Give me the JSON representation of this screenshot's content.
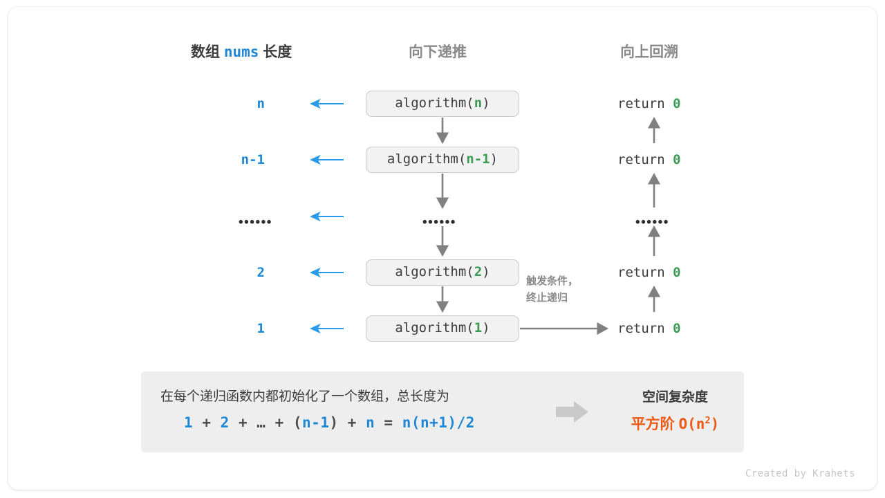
{
  "headers": {
    "left_prefix": "数组",
    "left_mono": "nums",
    "left_suffix": "长度",
    "middle": "向下递推",
    "right": "向上回溯"
  },
  "colors": {
    "blue": "#1e87d6",
    "green": "#3a9b52",
    "orange": "#ec5b15",
    "gray": "#8a8a8a",
    "dark": "#3c3c3c",
    "box_fill": "#f2f2f2",
    "box_border": "#c9c9c9",
    "panel_bg": "#eeeeee"
  },
  "rows": [
    {
      "length": "n",
      "call_prefix": "algorithm(",
      "call_arg": "n",
      "call_suffix": ")",
      "return_text": "return",
      "return_value": "0"
    },
    {
      "length": "n-1",
      "call_prefix": "algorithm(",
      "call_arg": "n-1",
      "call_suffix": ")",
      "return_text": "return",
      "return_value": "0"
    },
    {
      "length": "••••••",
      "call_prefix": "••••••",
      "call_arg": "",
      "call_suffix": "",
      "return_text": "••••••",
      "return_value": ""
    },
    {
      "length": "2",
      "call_prefix": "algorithm(",
      "call_arg": "2",
      "call_suffix": ")",
      "return_text": "return",
      "return_value": "0"
    },
    {
      "length": "1",
      "call_prefix": "algorithm(",
      "call_arg": "1",
      "call_suffix": ")",
      "return_text": "return",
      "return_value": "0"
    }
  ],
  "trigger_note": {
    "line1": "触发条件，",
    "line2": "终止递归"
  },
  "summary": {
    "text": "在每个递归函数内都初始化了一个数组，总长度为",
    "formula": {
      "t1": "1",
      "op1": "+",
      "t2": "2",
      "op2": "+",
      "t3": "…",
      "op3": "+",
      "lparen": "(",
      "t4": "n-1",
      "rparen": ")",
      "op4": "+",
      "t5": "n",
      "eq": "=",
      "result": "n(n+1)/2"
    },
    "title": "空间复杂度",
    "value_label": "平方阶",
    "value_expr_prefix": "O(n",
    "value_expr_sup": "2",
    "value_expr_suffix": ")"
  },
  "footer": "Created by Krahets"
}
